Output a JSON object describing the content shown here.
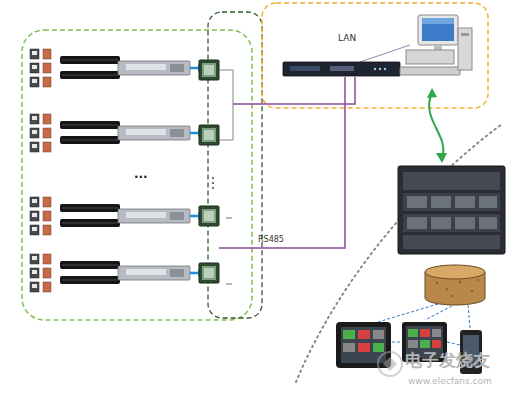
{
  "diagram": {
    "labels": [
      "LAN",
      "RS485",
      "...",
      "电子发烧友",
      "www.elecfans.com"
    ]
  }
}
